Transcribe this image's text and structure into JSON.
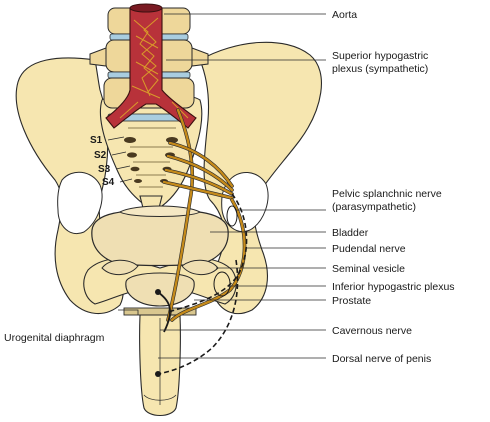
{
  "labels": {
    "aorta": "Aorta",
    "superior_hypogastric_1": "Superior hypogastric",
    "superior_hypogastric_2": "plexus (sympathetic)",
    "pelvic_splanchnic_1": "Pelvic splanchnic nerve",
    "pelvic_splanchnic_2": "(parasympathetic)",
    "bladder": "Bladder",
    "pudendal": "Pudendal nerve",
    "seminal_vesicle": "Seminal vesicle",
    "inferior_hypogastric": "Inferior hypogastric plexus",
    "prostate": "Prostate",
    "cavernous": "Cavernous nerve",
    "dorsal_nerve": "Dorsal nerve of penis",
    "urogenital": "Urogenital diaphragm"
  },
  "sacral_labels": [
    "S1",
    "S2",
    "S3",
    "S4"
  ],
  "colors": {
    "bone": "#f6e6b0",
    "aorta": "#b8323a",
    "nerve": "#c58a1a",
    "disc": "#a9cde0"
  }
}
